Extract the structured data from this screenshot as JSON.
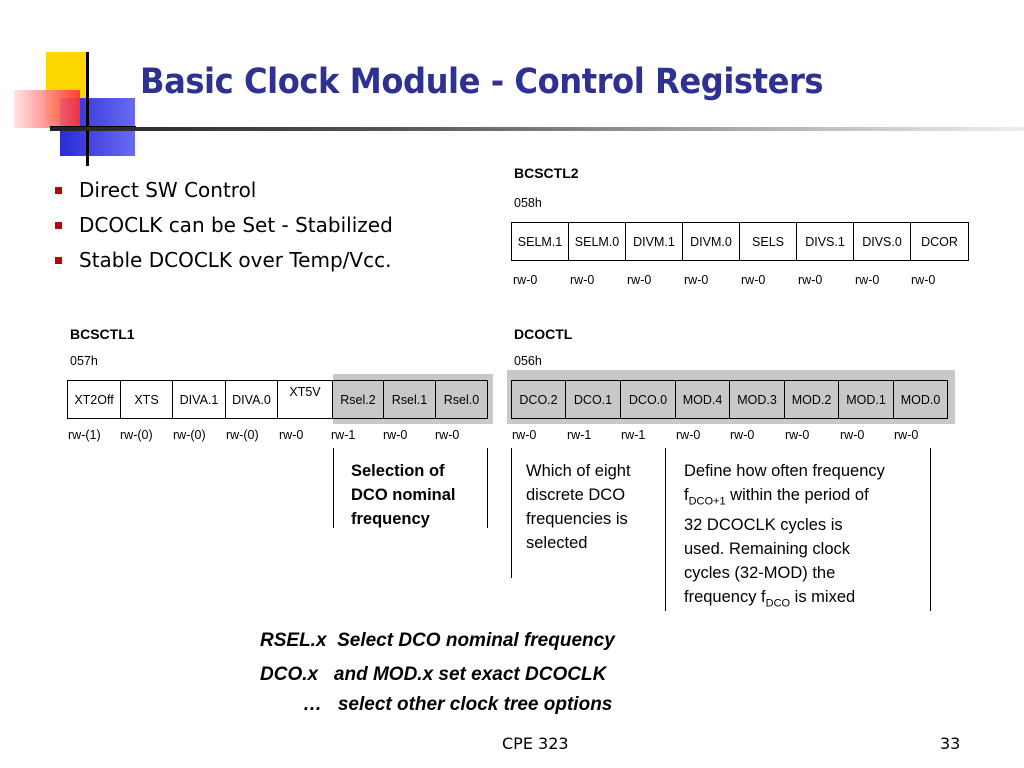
{
  "title": "Basic Clock Module - Control Registers",
  "bullets": [
    "Direct SW Control",
    "DCOCLK can be Set - Stabilized",
    "Stable DCOCLK over Temp/Vcc."
  ],
  "bcsctl2": {
    "name": "BCSCTL2",
    "address": "058h",
    "bits": [
      "SELM.1",
      "SELM.0",
      "DIVM.1",
      "DIVM.0",
      "SELS",
      "DIVS.1",
      "DIVS.0",
      "DCOR"
    ],
    "access": [
      "rw-0",
      "rw-0",
      "rw-0",
      "rw-0",
      "rw-0",
      "rw-0",
      "rw-0",
      "rw-0"
    ]
  },
  "bcsctl1": {
    "name": "BCSCTL1",
    "address": "057h",
    "bits": [
      "XT2Off",
      "XTS",
      "DIVA.1",
      "DIVA.0",
      "XT5V",
      "Rsel.2",
      "Rsel.1",
      "Rsel.0"
    ],
    "access": [
      "rw-(1)",
      "rw-(0)",
      "rw-(0)",
      "rw-(0)",
      "rw-0",
      "rw-1",
      "rw-0",
      "rw-0"
    ]
  },
  "dcoctl": {
    "name": "DCOCTL",
    "address": "056h",
    "bits": [
      "DCO.2",
      "DCO.1",
      "DCO.0",
      "MOD.4",
      "MOD.3",
      "MOD.2",
      "MOD.1",
      "MOD.0"
    ],
    "access": [
      "rw-0",
      "rw-1",
      "rw-1",
      "rw-0",
      "rw-0",
      "rw-0",
      "rw-0",
      "rw-0"
    ]
  },
  "descriptions": {
    "rsel": [
      "Selection of",
      "DCO nominal",
      "frequency"
    ],
    "dco": [
      "Which of eight",
      "discrete DCO",
      "frequencies is",
      "selected"
    ],
    "mod": {
      "line1": "Define how often frequency",
      "line2_pre": "f",
      "line2_sub": "DCO+1",
      "line2_post": " within the period of",
      "line3": "32 DCOCLK cycles is",
      "line4": "used.  Remaining clock",
      "line5": "cycles (32-MOD) the",
      "line6_pre": "frequency f",
      "line6_sub": "DCO",
      "line6_post": " is mixed"
    }
  },
  "notes": {
    "rsel": "RSEL.x  Select DCO nominal frequency",
    "dco": "DCO.x   and MOD.x set exact DCOCLK",
    "other": "…   select other clock tree options"
  },
  "footer": {
    "course": "CPE 323",
    "page": "33"
  },
  "colors": {
    "title": "#2e3192",
    "bullet": "#c00000",
    "shade": "#c8c8c8"
  }
}
